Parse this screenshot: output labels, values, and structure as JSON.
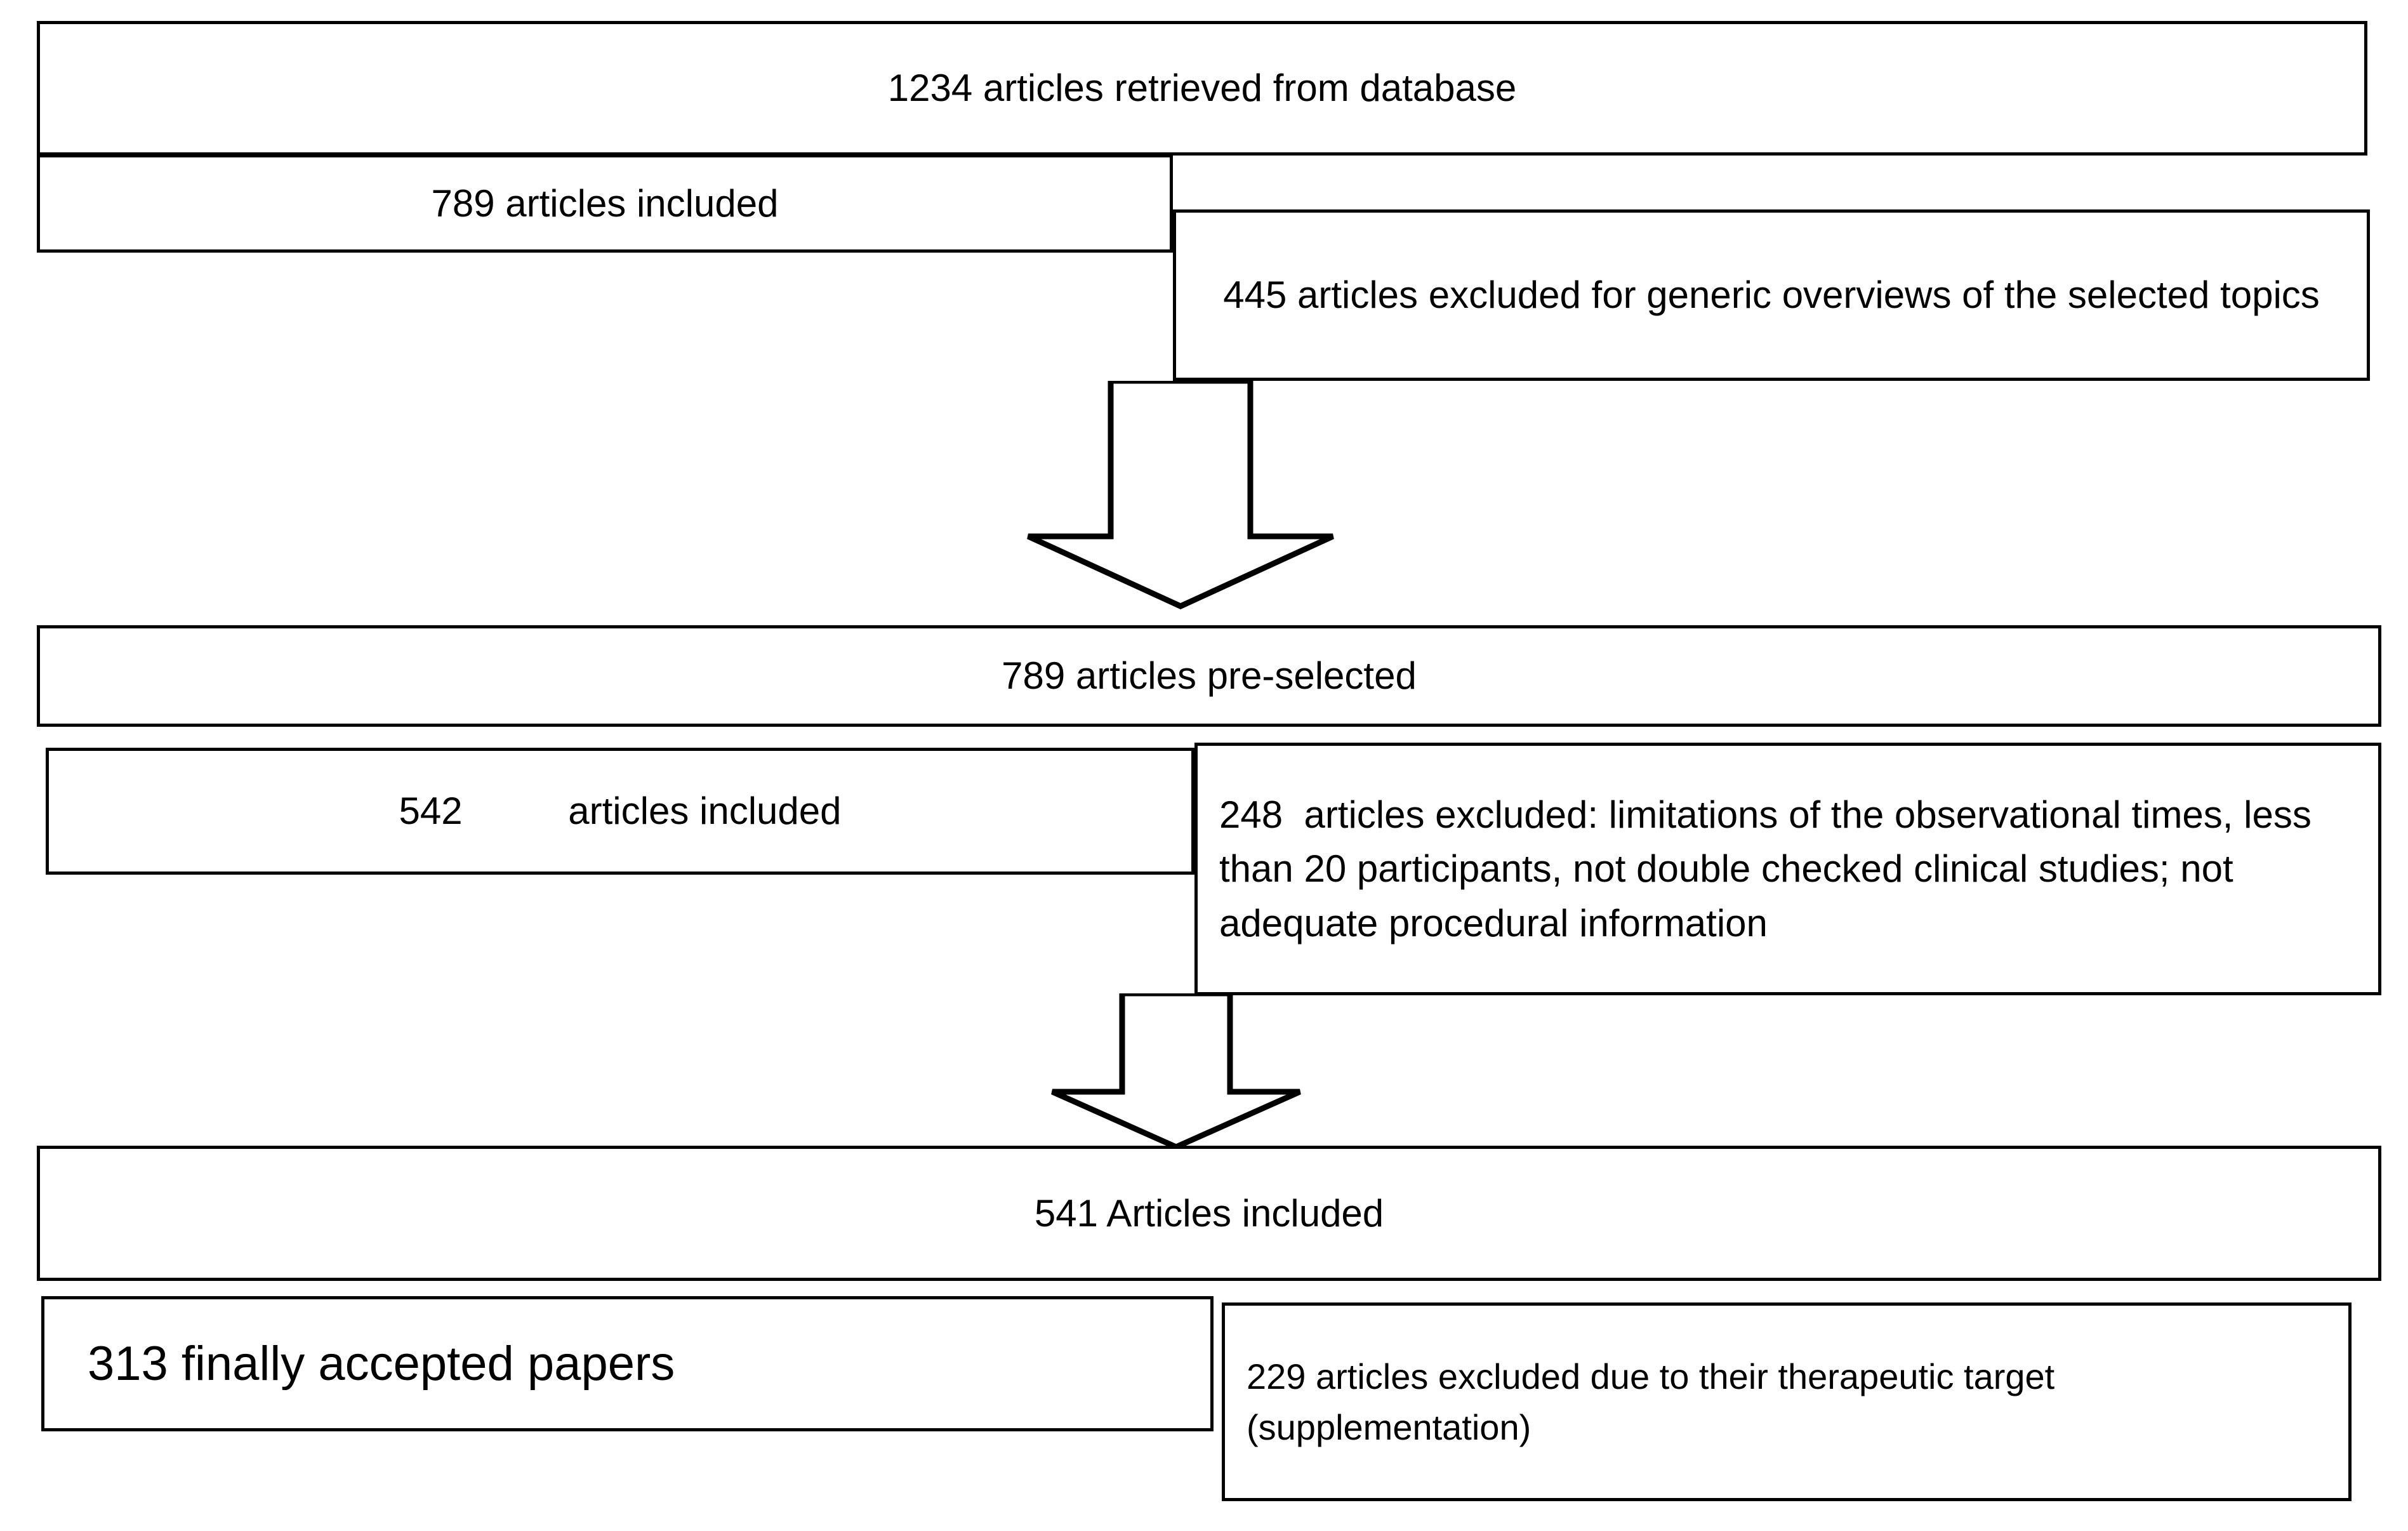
{
  "diagram": {
    "type": "flowchart",
    "title": "Article selection flow diagram",
    "nodes": {
      "retrieved": "1234 articles retrieved from database",
      "included_789": "789 articles included",
      "excluded_445": "445 articles excluded for generic overviews of the selected topics",
      "preselected_789": "789 articles pre-selected",
      "included_542": "542          articles included",
      "excluded_248": "248  articles excluded: limitations of the observational times, less than 20 participants, not double checked clinical studies; not adequate procedural information",
      "articles_541": "541 Articles included",
      "accepted_313": "313 finally accepted papers",
      "excluded_229": "229 articles excluded due to their therapeutic target (supplementation)"
    },
    "connectors": [
      {
        "name": "arrow-down-1",
        "from": "included_789",
        "to": "preselected_789",
        "glyph": "block-arrow-down"
      },
      {
        "name": "arrow-down-2",
        "from": "included_542",
        "to": "articles_541",
        "glyph": "block-arrow-down"
      }
    ],
    "counts": {
      "retrieved": 1234,
      "included_stage1": 789,
      "excluded_stage1": 445,
      "preselected": 789,
      "included_stage2": 542,
      "excluded_stage2": 248,
      "included_stage3": 541,
      "accepted": 313,
      "excluded_stage3": 229
    },
    "colors": {
      "border": "#000000",
      "fill": "#ffffff",
      "text": "#000000"
    }
  }
}
